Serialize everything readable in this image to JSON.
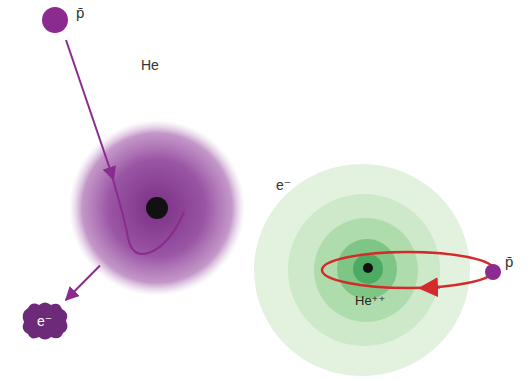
{
  "diagram": {
    "nodes": [
      {
        "text": [
          "He"
        ]
      },
      {
        "text": [
          "e⁻"
        ]
      },
      {
        "text": [
          "e⁻",
          "He⁺⁺"
        ]
      }
    ],
    "edges": [
      {
        "from": 0,
        "to": 1,
        "arrow": "to"
      }
    ],
    "labels": [
      "p̄",
      "p̄"
    ]
  }
}
